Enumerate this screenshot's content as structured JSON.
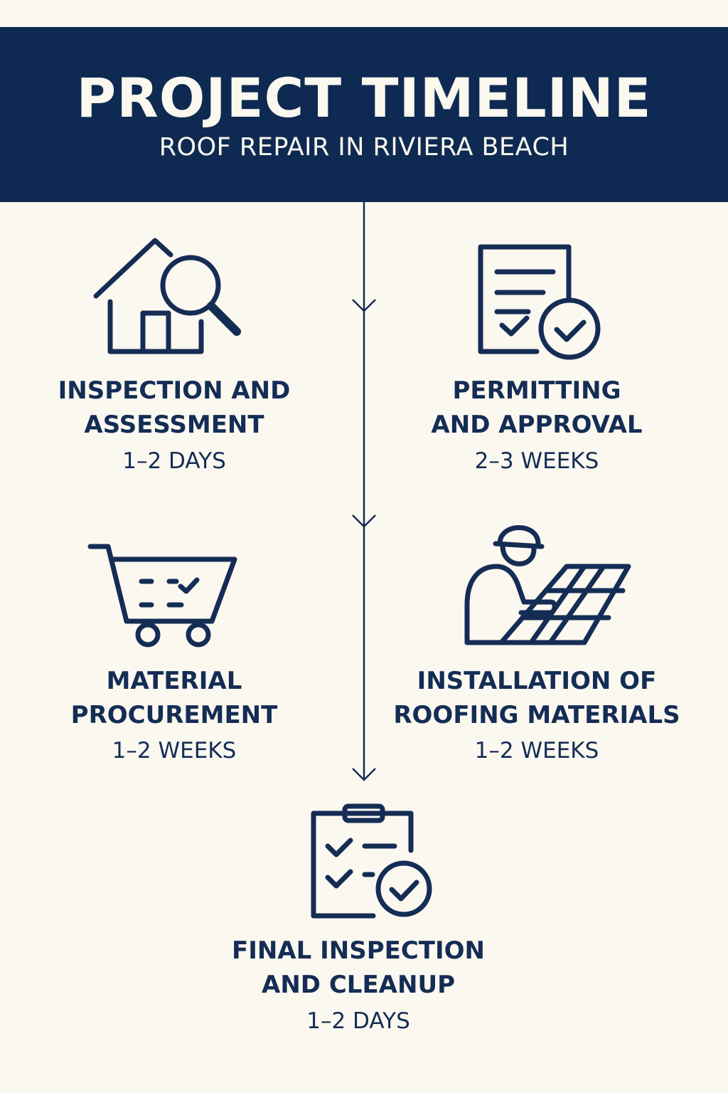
{
  "header": {
    "title": "PROJECT TIMELINE",
    "subtitle": "ROOF REPAIR IN RIVIERA BEACH"
  },
  "steps": [
    {
      "icon": "house-search-icon",
      "title_line1": "INSPECTION AND",
      "title_line2": "ASSESSMENT",
      "duration": "1–2 DAYS"
    },
    {
      "icon": "document-check-icon",
      "title_line1": "PERMITTING",
      "title_line2": "AND APPROVAL",
      "duration": "2–3 WEEKS"
    },
    {
      "icon": "shopping-cart-icon",
      "title_line1": "MATERIAL",
      "title_line2": "PROCUREMENT",
      "duration": "1–2 WEEKS"
    },
    {
      "icon": "roofer-worker-icon",
      "title_line1": "INSTALLATION OF",
      "title_line2": "ROOFING MATERIALS",
      "duration": "1–2 WEEKS"
    },
    {
      "icon": "clipboard-check-icon",
      "title_line1": "FINAL INSPECTION",
      "title_line2": "AND CLEANUP",
      "duration": "1–2 DAYS"
    }
  ],
  "colors": {
    "background": "#fbf8f0",
    "navy": "#0f2a52",
    "text": "#152d55"
  }
}
